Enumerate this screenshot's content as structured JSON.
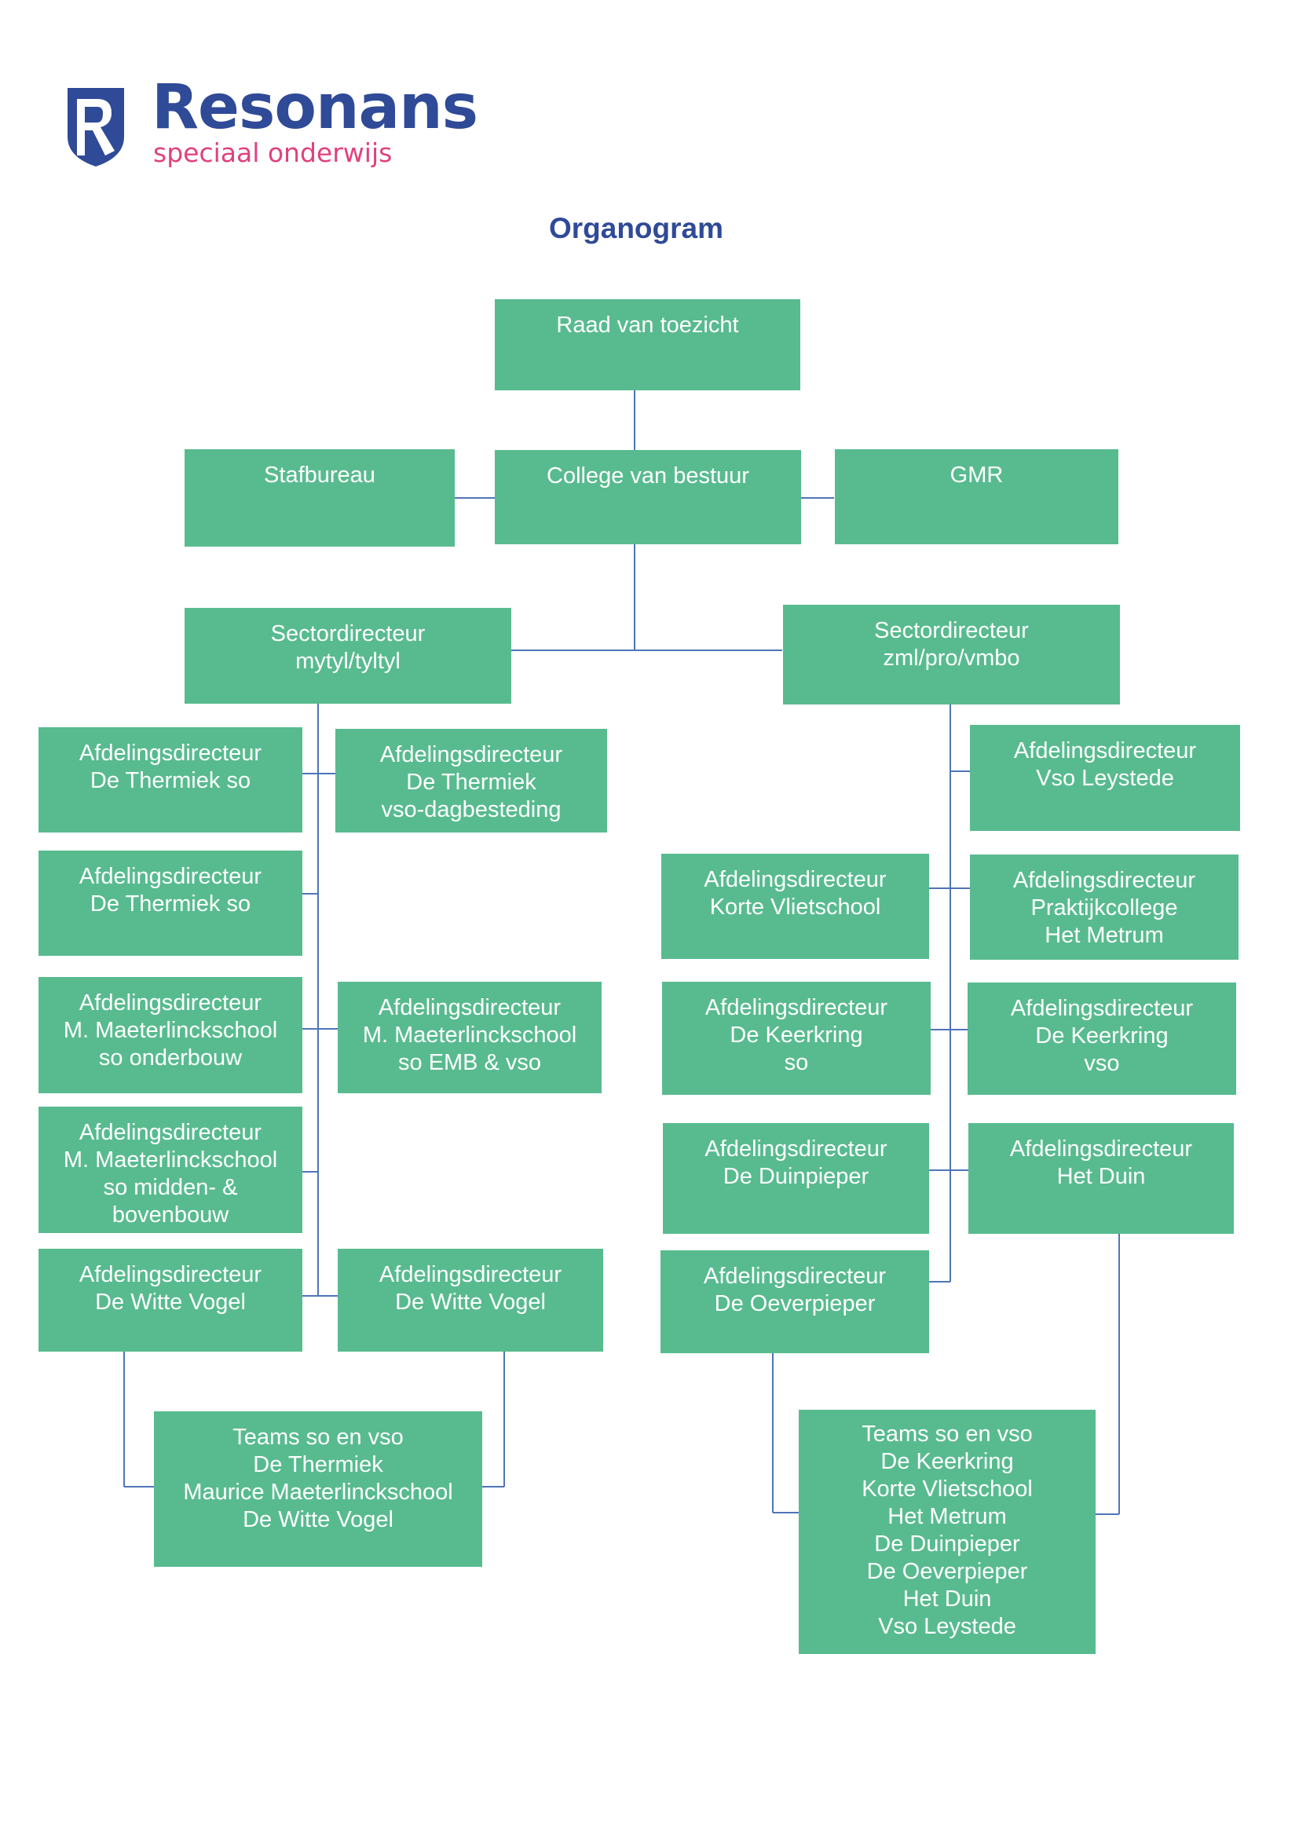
{
  "logo": {
    "name": "Resonans",
    "tagline": "speciaal onderwijs",
    "mark_letter": "R",
    "colors": {
      "brand_blue": "#2f4a97",
      "brand_pink": "#e0417d"
    }
  },
  "title": "Organogram",
  "colors": {
    "box_fill": "#58bb8f",
    "box_text": "#ffffff",
    "connector": "#4f74b8"
  },
  "nodes": {
    "raad": [
      "Raad van toezicht"
    ],
    "stafbureau": [
      "Stafbureau"
    ],
    "college": [
      "College van bestuur"
    ],
    "gmr": [
      "GMR"
    ],
    "sector_left": [
      "Sectordirecteur",
      "mytyl/tyltyl"
    ],
    "sector_right": [
      "Sectordirecteur",
      "zml/pro/vmbo"
    ],
    "l1": [
      "Afdelingsdirecteur",
      "De Thermiek so"
    ],
    "l2": [
      "Afdelingsdirecteur",
      "De Thermiek",
      "vso-dagbesteding"
    ],
    "l3": [
      "Afdelingsdirecteur",
      "De Thermiek so"
    ],
    "l4": [
      "Afdelingsdirecteur",
      "M. Maeterlinckschool",
      "so onderbouw"
    ],
    "l5": [
      "Afdelingsdirecteur",
      "M. Maeterlinckschool",
      "so EMB & vso"
    ],
    "l6": [
      "Afdelingsdirecteur",
      "M. Maeterlinckschool",
      "so midden- &",
      "bovenbouw"
    ],
    "l7": [
      "Afdelingsdirecteur",
      "De Witte Vogel"
    ],
    "l8": [
      "Afdelingsdirecteur",
      "De Witte Vogel"
    ],
    "teams_left": [
      "Teams so en vso",
      "De Thermiek",
      "Maurice Maeterlinckschool",
      "De Witte Vogel"
    ],
    "r1": [
      "Afdelingsdirecteur",
      "Vso Leystede"
    ],
    "r2": [
      "Afdelingsdirecteur",
      "Korte Vlietschool"
    ],
    "r3": [
      "Afdelingsdirecteur",
      "Praktijkcollege",
      "Het Metrum"
    ],
    "r4": [
      "Afdelingsdirecteur",
      "De Keerkring",
      "so"
    ],
    "r5": [
      "Afdelingsdirecteur",
      "De Keerkring",
      "vso"
    ],
    "r6": [
      "Afdelingsdirecteur",
      "De Duinpieper"
    ],
    "r7": [
      "Afdelingsdirecteur",
      "Het Duin"
    ],
    "r8": [
      "Afdelingsdirecteur",
      "De Oeverpieper"
    ],
    "teams_right": [
      "Teams so en vso",
      "De Keerkring",
      "Korte Vlietschool",
      "Het Metrum",
      "De Duinpieper",
      "De Oeverpieper",
      "Het Duin",
      "Vso Leystede"
    ]
  }
}
